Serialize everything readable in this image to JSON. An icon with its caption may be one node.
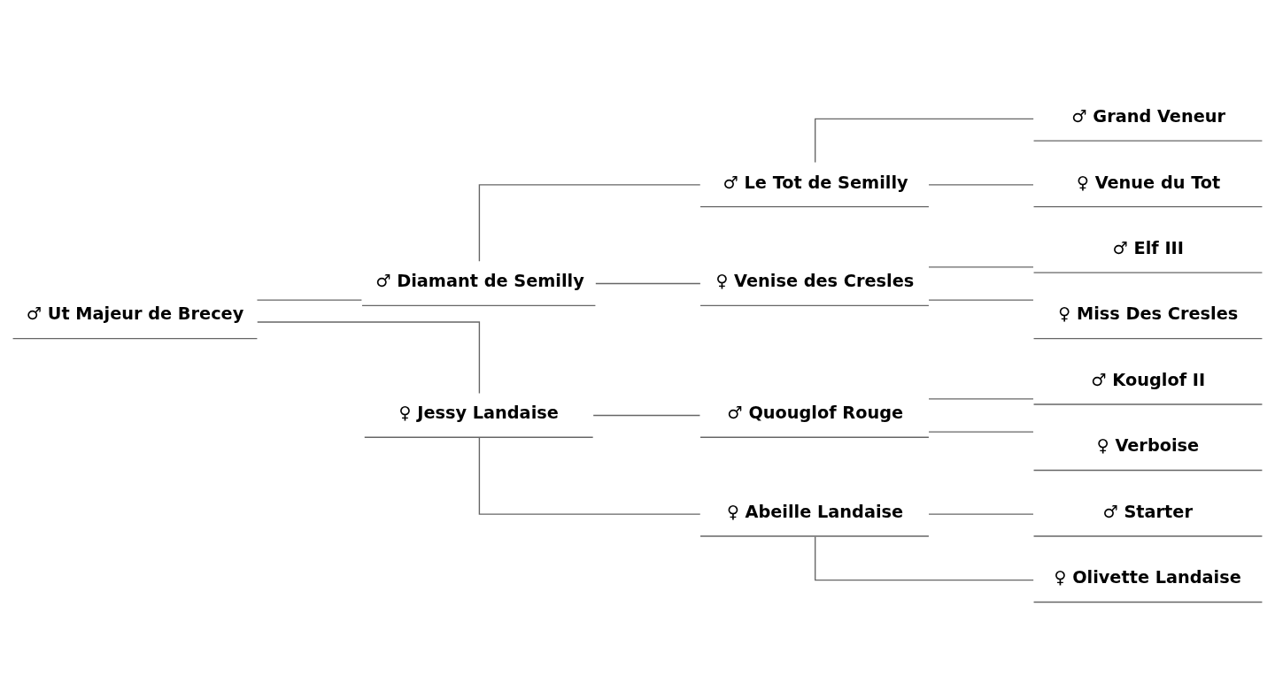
{
  "diagram": {
    "nodes": [
      {
        "text": [
          "♂ Ut Majeur de Brecey"
        ]
      },
      {
        "text": [
          "♂ Diamant de Semilly"
        ]
      },
      {
        "text": [
          "♀ Jessy Landaise"
        ]
      },
      {
        "text": [
          "♂ Le Tot de Semilly"
        ]
      },
      {
        "text": [
          "♀ Venise des Cresles"
        ]
      },
      {
        "text": [
          "♂ Quouglof Rouge"
        ]
      },
      {
        "text": [
          "♀ Abeille Landaise"
        ]
      },
      {
        "text": [
          "♂ Grand Veneur"
        ]
      },
      {
        "text": [
          "♀ Venue du Tot"
        ]
      },
      {
        "text": [
          "♂ Elf III"
        ]
      },
      {
        "text": [
          "♀ Miss Des Cresles"
        ]
      },
      {
        "text": [
          "♂ Kouglof II"
        ]
      },
      {
        "text": [
          "♀ Verboise"
        ]
      },
      {
        "text": [
          "♂ Starter"
        ]
      },
      {
        "text": [
          "♀ Olivette Landaise"
        ]
      }
    ],
    "edges": [
      {
        "from": 0,
        "to": 1,
        "arrow": "none"
      },
      {
        "from": 0,
        "to": 2,
        "arrow": "none"
      },
      {
        "from": 1,
        "to": 3,
        "arrow": "none"
      },
      {
        "from": 1,
        "to": 4,
        "arrow": "none"
      },
      {
        "from": 2,
        "to": 5,
        "arrow": "none"
      },
      {
        "from": 2,
        "to": 6,
        "arrow": "none"
      },
      {
        "from": 3,
        "to": 7,
        "arrow": "none"
      },
      {
        "from": 3,
        "to": 8,
        "arrow": "none"
      },
      {
        "from": 4,
        "to": 9,
        "arrow": "none"
      },
      {
        "from": 4,
        "to": 10,
        "arrow": "none"
      },
      {
        "from": 5,
        "to": 11,
        "arrow": "none"
      },
      {
        "from": 5,
        "to": 12,
        "arrow": "none"
      },
      {
        "from": 6,
        "to": 13,
        "arrow": "none"
      },
      {
        "from": 6,
        "to": 14,
        "arrow": "none"
      }
    ]
  }
}
